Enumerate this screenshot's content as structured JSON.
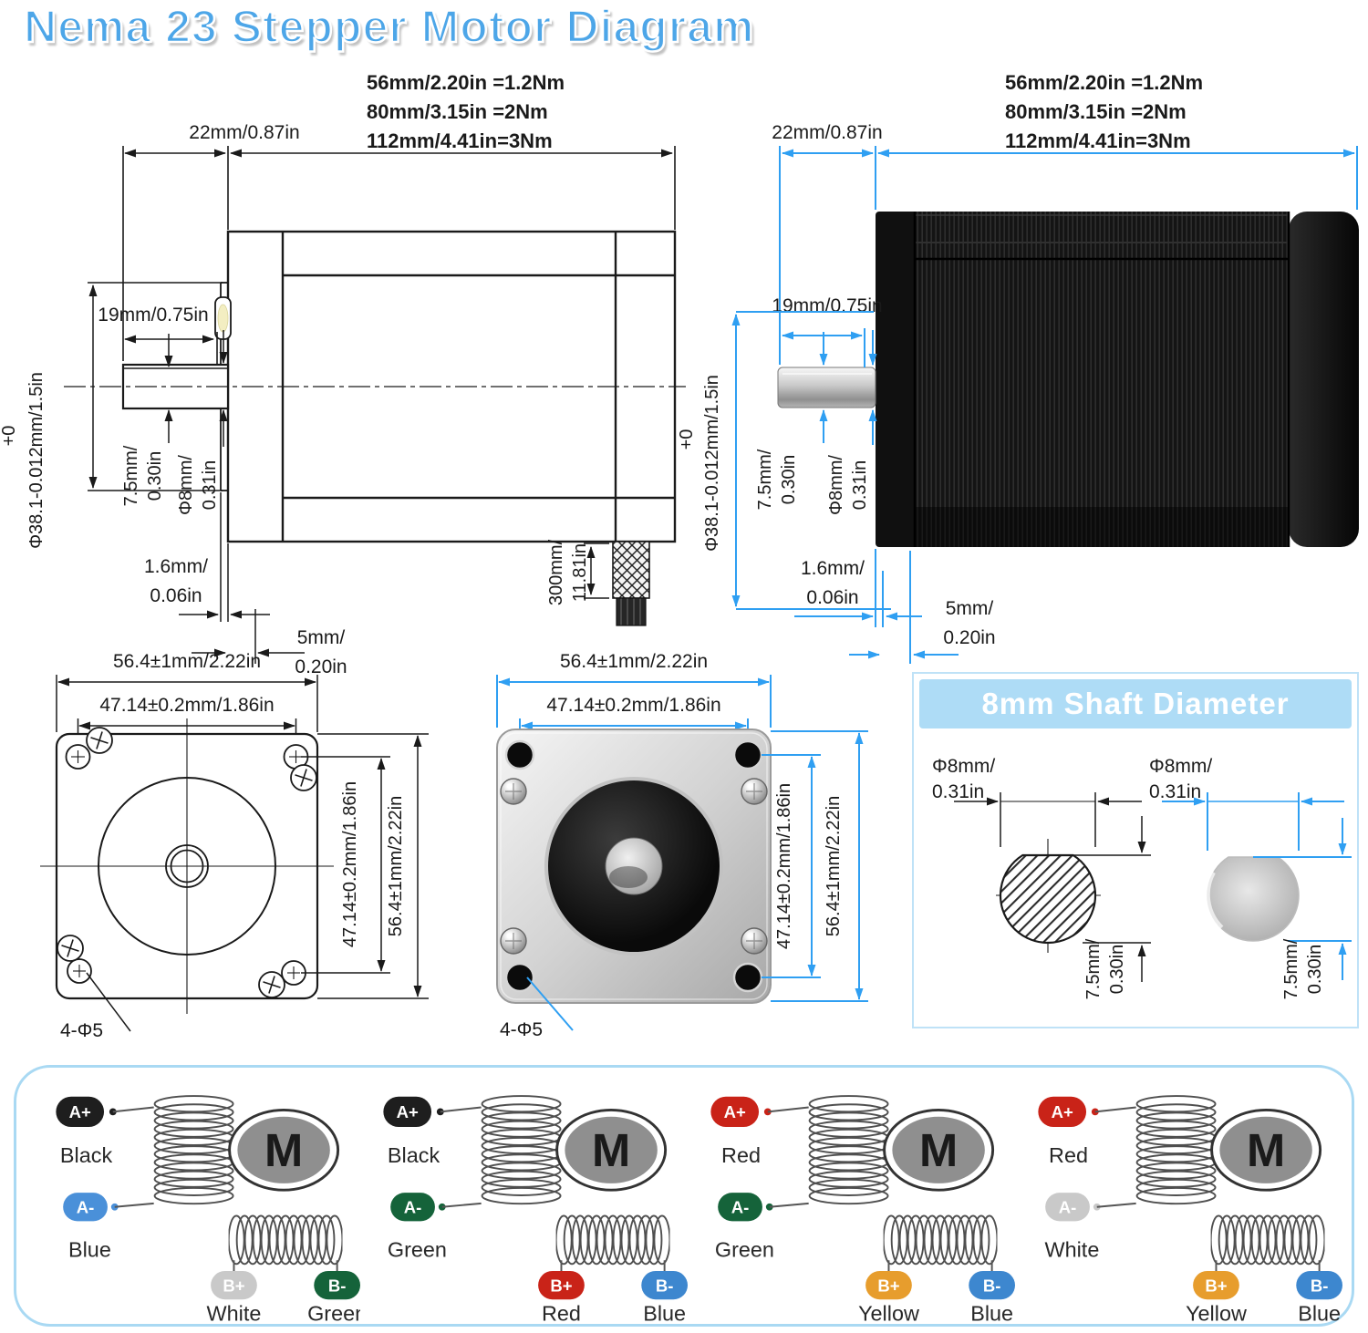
{
  "title": "Nema 23 Stepper Motor Diagram",
  "side": {
    "torque": [
      "56mm/2.20in  =1.2Nm",
      "80mm/3.15in  =2Nm",
      "112mm/4.41in=3Nm"
    ],
    "front_len": "22mm/0.87in",
    "shaft_len": "19mm/0.75in",
    "tol_plus": "+0",
    "pilot_dia": "Φ38.1-0.012mm/1.5in",
    "flat_h_1": "7.5mm/",
    "flat_h_2": "0.30in",
    "shaft_dia_1": "Φ8mm/",
    "shaft_dia_2": "0.31in",
    "boss_len_1": "1.6mm/",
    "boss_len_2": "0.06in",
    "pilot_len_1": "5mm/",
    "pilot_len_2": "0.20in",
    "cable_len_1": "300mm/",
    "cable_len_2": "11.81in"
  },
  "face": {
    "width": "56.4±1mm/2.22in",
    "hole_w": "47.14±0.2mm/1.86in",
    "hole_h": "47.14±0.2mm/1.86in",
    "height": "56.4±1mm/2.22in",
    "holes": "4-Φ5"
  },
  "shaft_panel": {
    "title": "8mm Shaft Diameter",
    "dia_1": "Φ8mm/",
    "dia_2": "0.31in",
    "flat_1": "7.5mm/",
    "flat_2": "0.30in"
  },
  "wiring": {
    "motor_letter": "M",
    "groups": [
      {
        "a_plus_label": "A+",
        "a_plus_wire": "Black",
        "a_plus_color": "#1e1e1e",
        "a_minus_label": "A-",
        "a_minus_wire": "Blue",
        "a_minus_color": "#4a90d9",
        "b_plus_label": "B+",
        "b_plus_wire": "White",
        "b_plus_color": "#c9c9c9",
        "b_minus_label": "B-",
        "b_minus_wire": "Green",
        "b_minus_color": "#15633a"
      },
      {
        "a_plus_label": "A+",
        "a_plus_wire": "Black",
        "a_plus_color": "#1e1e1e",
        "a_minus_label": "A-",
        "a_minus_wire": "Green",
        "a_minus_color": "#15633a",
        "b_plus_label": "B+",
        "b_plus_wire": "Red",
        "b_plus_color": "#c92318",
        "b_minus_label": "B-",
        "b_minus_wire": "Blue",
        "b_minus_color": "#3d87cf"
      },
      {
        "a_plus_label": "A+",
        "a_plus_wire": "Red",
        "a_plus_color": "#c92318",
        "a_minus_label": "A-",
        "a_minus_wire": "Green",
        "a_minus_color": "#15633a",
        "b_plus_label": "B+",
        "b_plus_wire": "Yellow",
        "b_plus_color": "#e79d2d",
        "b_minus_label": "B-",
        "b_minus_wire": "Blue",
        "b_minus_color": "#3d87cf"
      },
      {
        "a_plus_label": "A+",
        "a_plus_wire": "Red",
        "a_plus_color": "#c92318",
        "a_minus_label": "A-",
        "a_minus_wire": "White",
        "a_minus_color": "#c9c9c9",
        "b_plus_label": "B+",
        "b_plus_wire": "Yellow",
        "b_plus_color": "#e79d2d",
        "b_minus_label": "B-",
        "b_minus_wire": "Blue",
        "b_minus_color": "#3d87cf"
      }
    ]
  },
  "colors": {
    "dimension_blue": "#2f9ff2",
    "panel_blue": "#aedcf6",
    "title_blue": "#4da6e8",
    "line_black": "#1a1a1a"
  }
}
